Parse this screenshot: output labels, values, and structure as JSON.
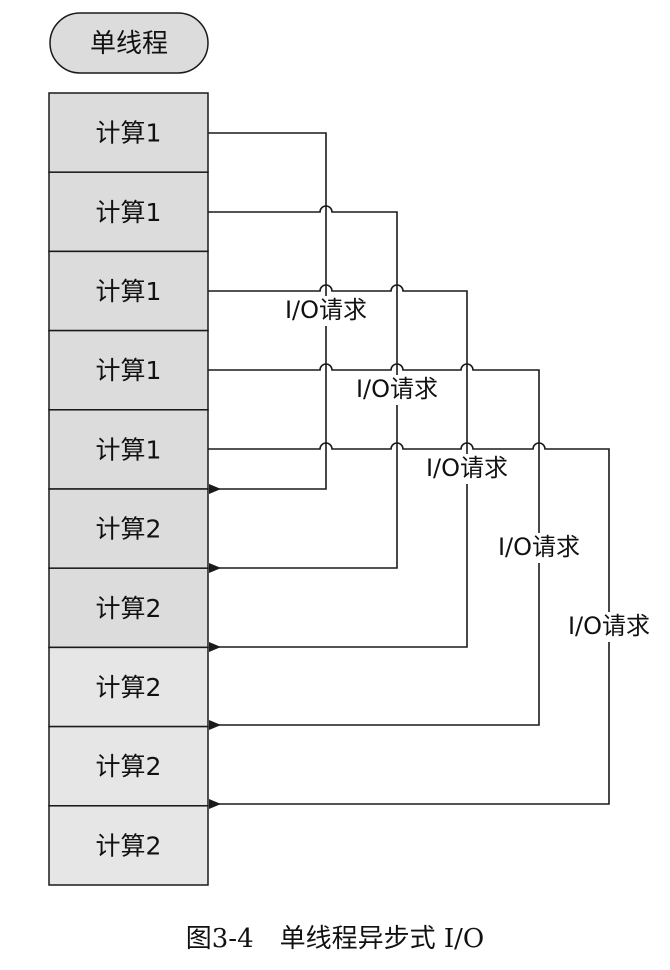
{
  "thread_label": "单线程",
  "blocks": [
    "计算1",
    "计算1",
    "计算1",
    "计算1",
    "计算1",
    "计算2",
    "计算2",
    "计算2",
    "计算2",
    "计算2"
  ],
  "io_label": "I/O请求",
  "caption": "图3-4　单线程异步式 I/O",
  "colors": {
    "block_fill": "#dcdcdc",
    "block_fill_light": "#e6e6e6",
    "stroke": "#1a1a1a",
    "text": "#111111"
  }
}
